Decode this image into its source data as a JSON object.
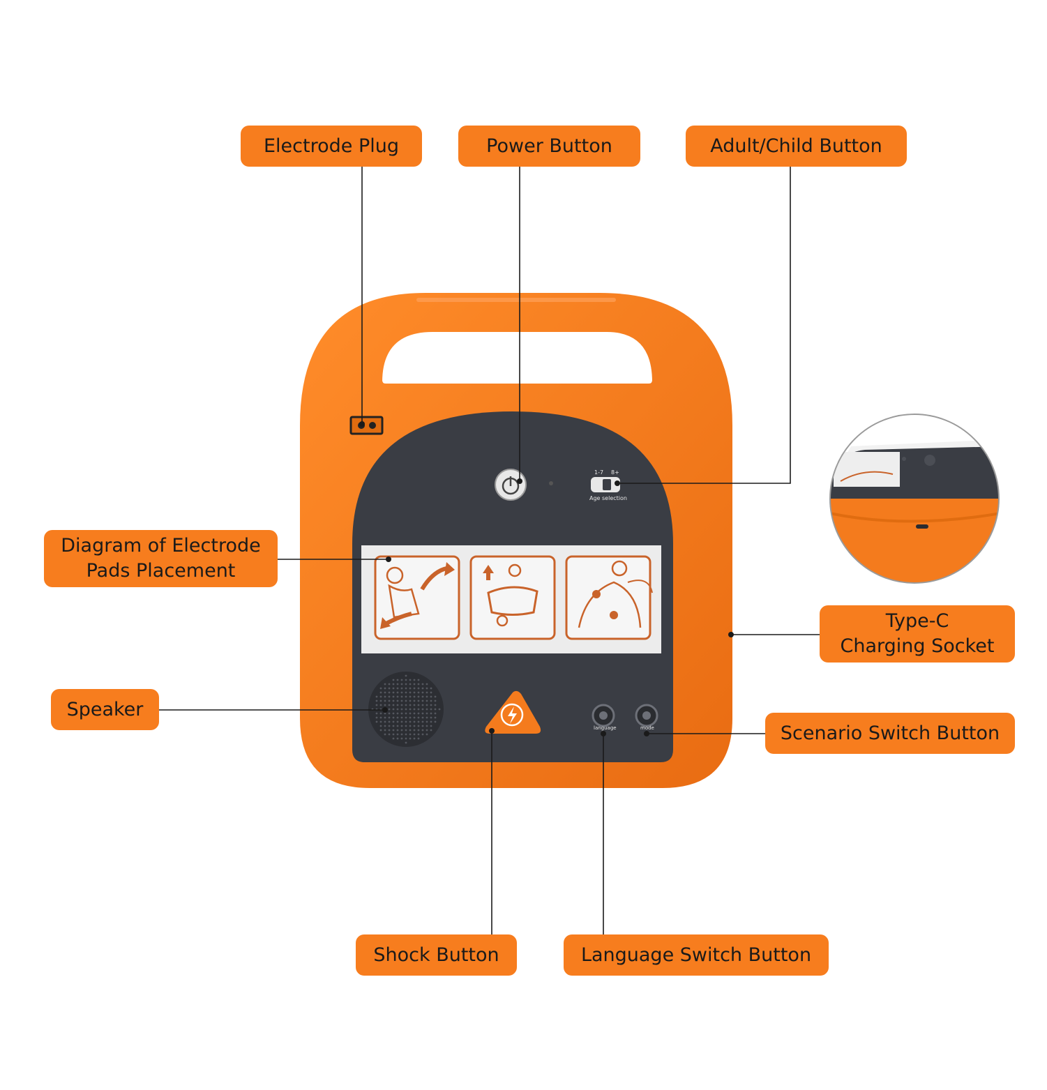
{
  "callouts": {
    "electrode_plug": "Electrode Plug",
    "power_button": "Power Button",
    "adult_child_button": "Adult/Child Button",
    "diagram_line1": "Diagram of Electrode",
    "diagram_line2": "Pads Placement",
    "typec_line1": "Type-C",
    "typec_line2": "Charging Socket",
    "speaker": "Speaker",
    "scenario_switch_button": "Scenario Switch Button",
    "shock_button": "Shock Button",
    "language_switch_button": "Language Switch Button"
  },
  "device": {
    "age_left": "1-7",
    "age_right": "8+",
    "age_selection": "Age selection",
    "language_label": "language",
    "mode_label": "mode"
  },
  "colors": {
    "callout_orange": "#f77d1e",
    "device_orange": "#f47b1d",
    "panel_dark": "#3a3d44",
    "line": "#1a1a1a"
  }
}
